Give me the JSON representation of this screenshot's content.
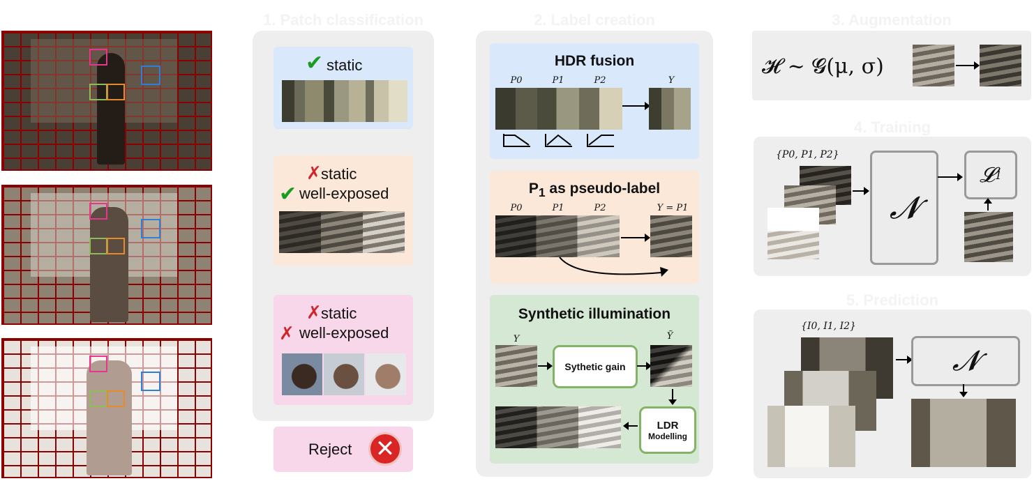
{
  "titles": {
    "s1": "1. Patch classification",
    "s2": "2. Label creation",
    "s3": "3. Augmentation",
    "s4": "4. Training",
    "s5": "5. Prediction"
  },
  "classification": {
    "static_card": {
      "line1": "static"
    },
    "exposed_card": {
      "line1": "static",
      "line2": "well-exposed"
    },
    "reject_card": {
      "line1": "static",
      "line2": "well-exposed"
    },
    "reject_label": "Reject"
  },
  "label_creation": {
    "hdr": {
      "title": "HDR fusion",
      "p0": "P0",
      "p1": "P1",
      "p2": "P2",
      "y": "Y"
    },
    "pseudo": {
      "title": "P",
      "title_sub": "1",
      "title_rest": " as pseudo-label",
      "p0": "P0",
      "p1": "P1",
      "p2": "P2",
      "y": "Y = P1"
    },
    "synthetic": {
      "title": "Synthetic illumination",
      "y": "Y",
      "ytilde": "Ỹ",
      "gain": "Sythetic gain",
      "ldr_line1": "LDR",
      "ldr_line2": "Modelling"
    }
  },
  "augmentation": {
    "formula": "𝓗 ~ 𝓖(μ, σ)"
  },
  "training": {
    "inputs": "{P0, P1, P2}",
    "network": "𝓝",
    "loss": "𝓛",
    "loss_sub": "1"
  },
  "prediction": {
    "inputs": "{I0, I1, I2}",
    "network": "𝓝"
  },
  "colors": {
    "pink_square": "#e8368f",
    "blue_square": "#2f7fd8",
    "green_square": "#8fbc5a",
    "orange_square": "#e68a2e",
    "grid": "#8b0000"
  }
}
